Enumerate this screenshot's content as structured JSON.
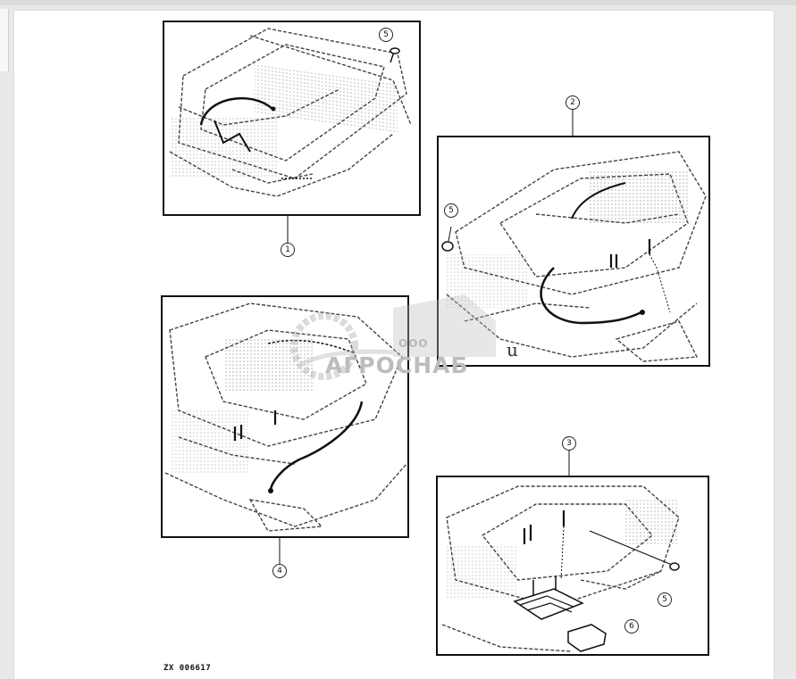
{
  "figure": {
    "panels": [
      {
        "callout": "1"
      },
      {
        "callout": "2"
      },
      {
        "callout": "4"
      },
      {
        "callout": "3"
      }
    ],
    "callouts": {
      "panel1_part": "5",
      "panel2_part": "5",
      "panel3_part_a": "5",
      "panel3_part_b": "6"
    },
    "figure_id": "ZX 006617",
    "stray_mark": "u"
  },
  "watermark": {
    "prefix": "ООО",
    "name": "АГРОСНАБ",
    "color": "#bdbdbd"
  },
  "colors": {
    "ink": "#1a1a1a",
    "paper": "#ffffff",
    "background": "#e9e9e9"
  }
}
